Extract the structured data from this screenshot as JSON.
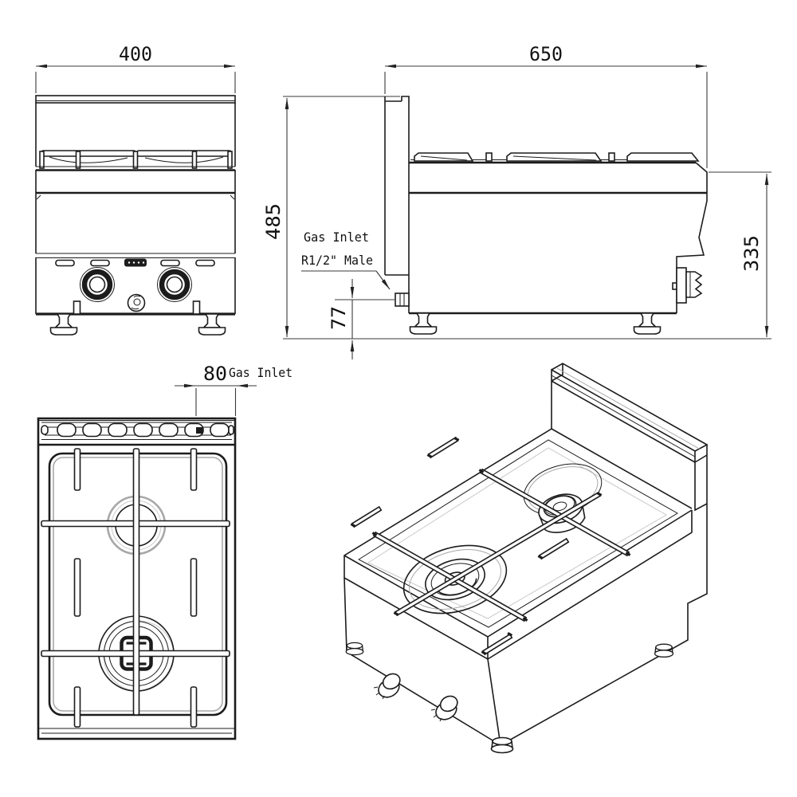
{
  "colors": {
    "line": "#1c1c1c",
    "dimension_line": "#3a3a3a",
    "shadow_gray": "#a8a8a8",
    "background": "#ffffff",
    "text": "#111111"
  },
  "dims": {
    "front_width": "400",
    "side_depth": "650",
    "total_height": "485",
    "body_height": "335",
    "inlet_height": "77",
    "inlet_offset": "80"
  },
  "labels": {
    "side_inlet_line1": "Gas Inlet",
    "side_inlet_line2": "R1/2\" Male",
    "top_inlet": "Gas Inlet"
  }
}
